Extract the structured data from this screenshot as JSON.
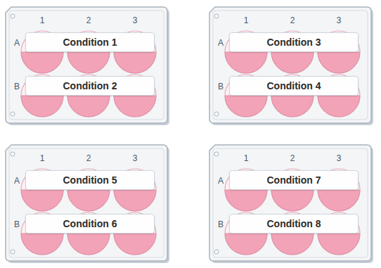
{
  "diagram": {
    "nodes": [
      {
        "text": [
          "1",
          "2",
          "3",
          "A",
          "B"
        ]
      },
      {
        "text": [
          "Condition 1"
        ],
        "in": 0
      },
      {
        "text": [
          "Condition 2"
        ],
        "in": 0
      },
      {
        "text": [
          "1",
          "2",
          "3",
          "A",
          "B"
        ]
      },
      {
        "text": [
          "Condition 3"
        ],
        "in": 3
      },
      {
        "text": [
          "Condition 4"
        ],
        "in": 3
      },
      {
        "text": [
          "1",
          "2",
          "3",
          "A",
          "B"
        ]
      },
      {
        "text": [
          "Condition 5"
        ],
        "in": 6
      },
      {
        "text": [
          "Condition 6"
        ],
        "in": 6
      },
      {
        "text": [
          "1",
          "2",
          "3",
          "A",
          "B"
        ]
      },
      {
        "text": [
          "Condition 7"
        ],
        "in": 9
      },
      {
        "text": [
          "Condition 8"
        ],
        "in": 9
      }
    ]
  }
}
